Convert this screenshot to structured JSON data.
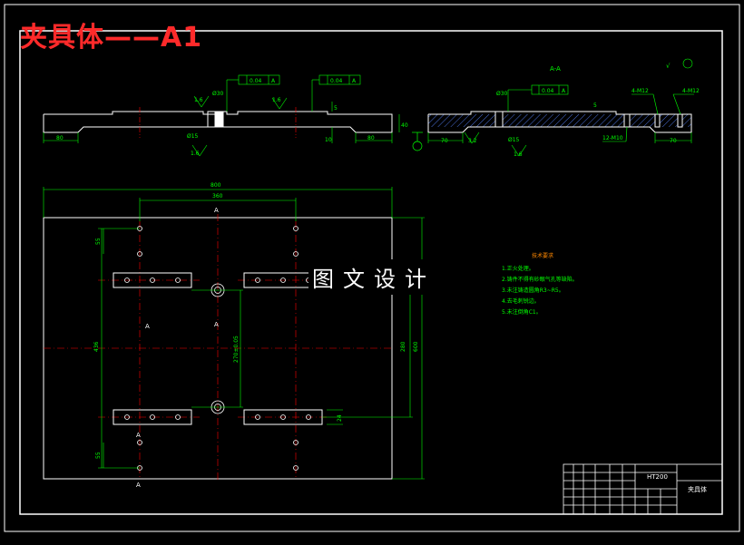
{
  "header": {
    "title": "夹具体——A1"
  },
  "watermark": {
    "text": "图文设计"
  },
  "section_label": "A-A",
  "roughness_note": "√",
  "dimensions": {
    "overall_width": "800",
    "inner_width": "360",
    "height_right": "600",
    "height_inner": "280",
    "height_left": "436",
    "pin_spacing": "270±0.05",
    "top_offset": "55",
    "bottom_offset": "55",
    "thickness": "40",
    "left_step": "80",
    "right_step": "80",
    "section_left": "70",
    "section_right": "70",
    "hole_dia": "Ø30",
    "pin_dia": "Ø15",
    "thread_left": "4-M12",
    "thread_right": "4-M12",
    "thread_bottom": "12-M10",
    "tolerance_1": "0.04",
    "tolerance_2": "0.04",
    "tolerance_3": "0.04",
    "datum": "A",
    "roughness_16": "1.6",
    "roughness_32": "3.2",
    "small_5": "5",
    "small_10": "10",
    "slot_24": "24"
  },
  "notes": {
    "header": "技术要求",
    "items": [
      "1.正火处理。",
      "2.铸件不得有砂眼气孔等缺陷。",
      "3.未注铸造圆角R3~R5。",
      "4.去毛刺锐边。",
      "5.未注倒角C1。"
    ]
  },
  "title_block": {
    "material": "HT200",
    "name": "夹具体"
  },
  "colors": {
    "line": "#ffffff",
    "dim": "#00ff00",
    "center": "#ff0000",
    "title": "#ff2a2a",
    "hatch": "#4a6fd8"
  }
}
